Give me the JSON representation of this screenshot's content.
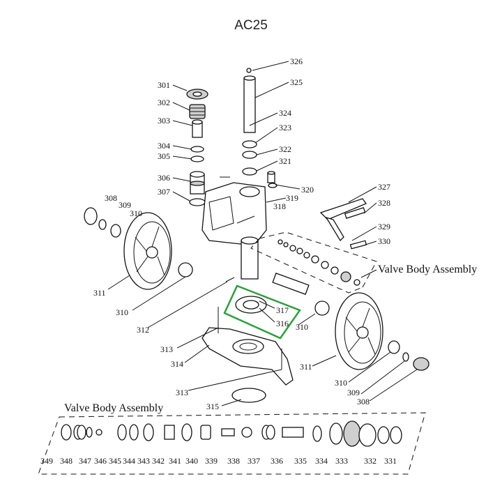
{
  "title": "AC25",
  "assembly_callout": "Valve Body Assembly",
  "assembly_heading": "Valve Body Assembly",
  "labels": {
    "p301": "301",
    "p302": "302",
    "p303": "303",
    "p304": "304",
    "p305": "305",
    "p306": "306",
    "p307": "307",
    "p308a": "308",
    "p309a": "309",
    "p310a": "310",
    "p311a": "311",
    "p310b": "310",
    "p312": "312",
    "p313a": "313",
    "p314": "314",
    "p313b": "313",
    "p315": "315",
    "p316": "316",
    "p317": "317",
    "p310c": "310",
    "p311b": "311",
    "p310d": "310",
    "p309b": "309",
    "p308b": "308",
    "p318": "318",
    "p319": "319",
    "p320": "320",
    "p321": "321",
    "p322": "322",
    "p323": "323",
    "p324": "324",
    "p325": "325",
    "p326": "326",
    "p327": "327",
    "p328": "328",
    "p329": "329",
    "p330": "330"
  },
  "bottom_labels": [
    "349",
    "348",
    "347",
    "346",
    "345",
    "344",
    "343",
    "342",
    "341",
    "340",
    "339",
    "338",
    "337",
    "336",
    "335",
    "334",
    "333",
    "332",
    "331"
  ],
  "highlight_color": "#2e9e3e"
}
